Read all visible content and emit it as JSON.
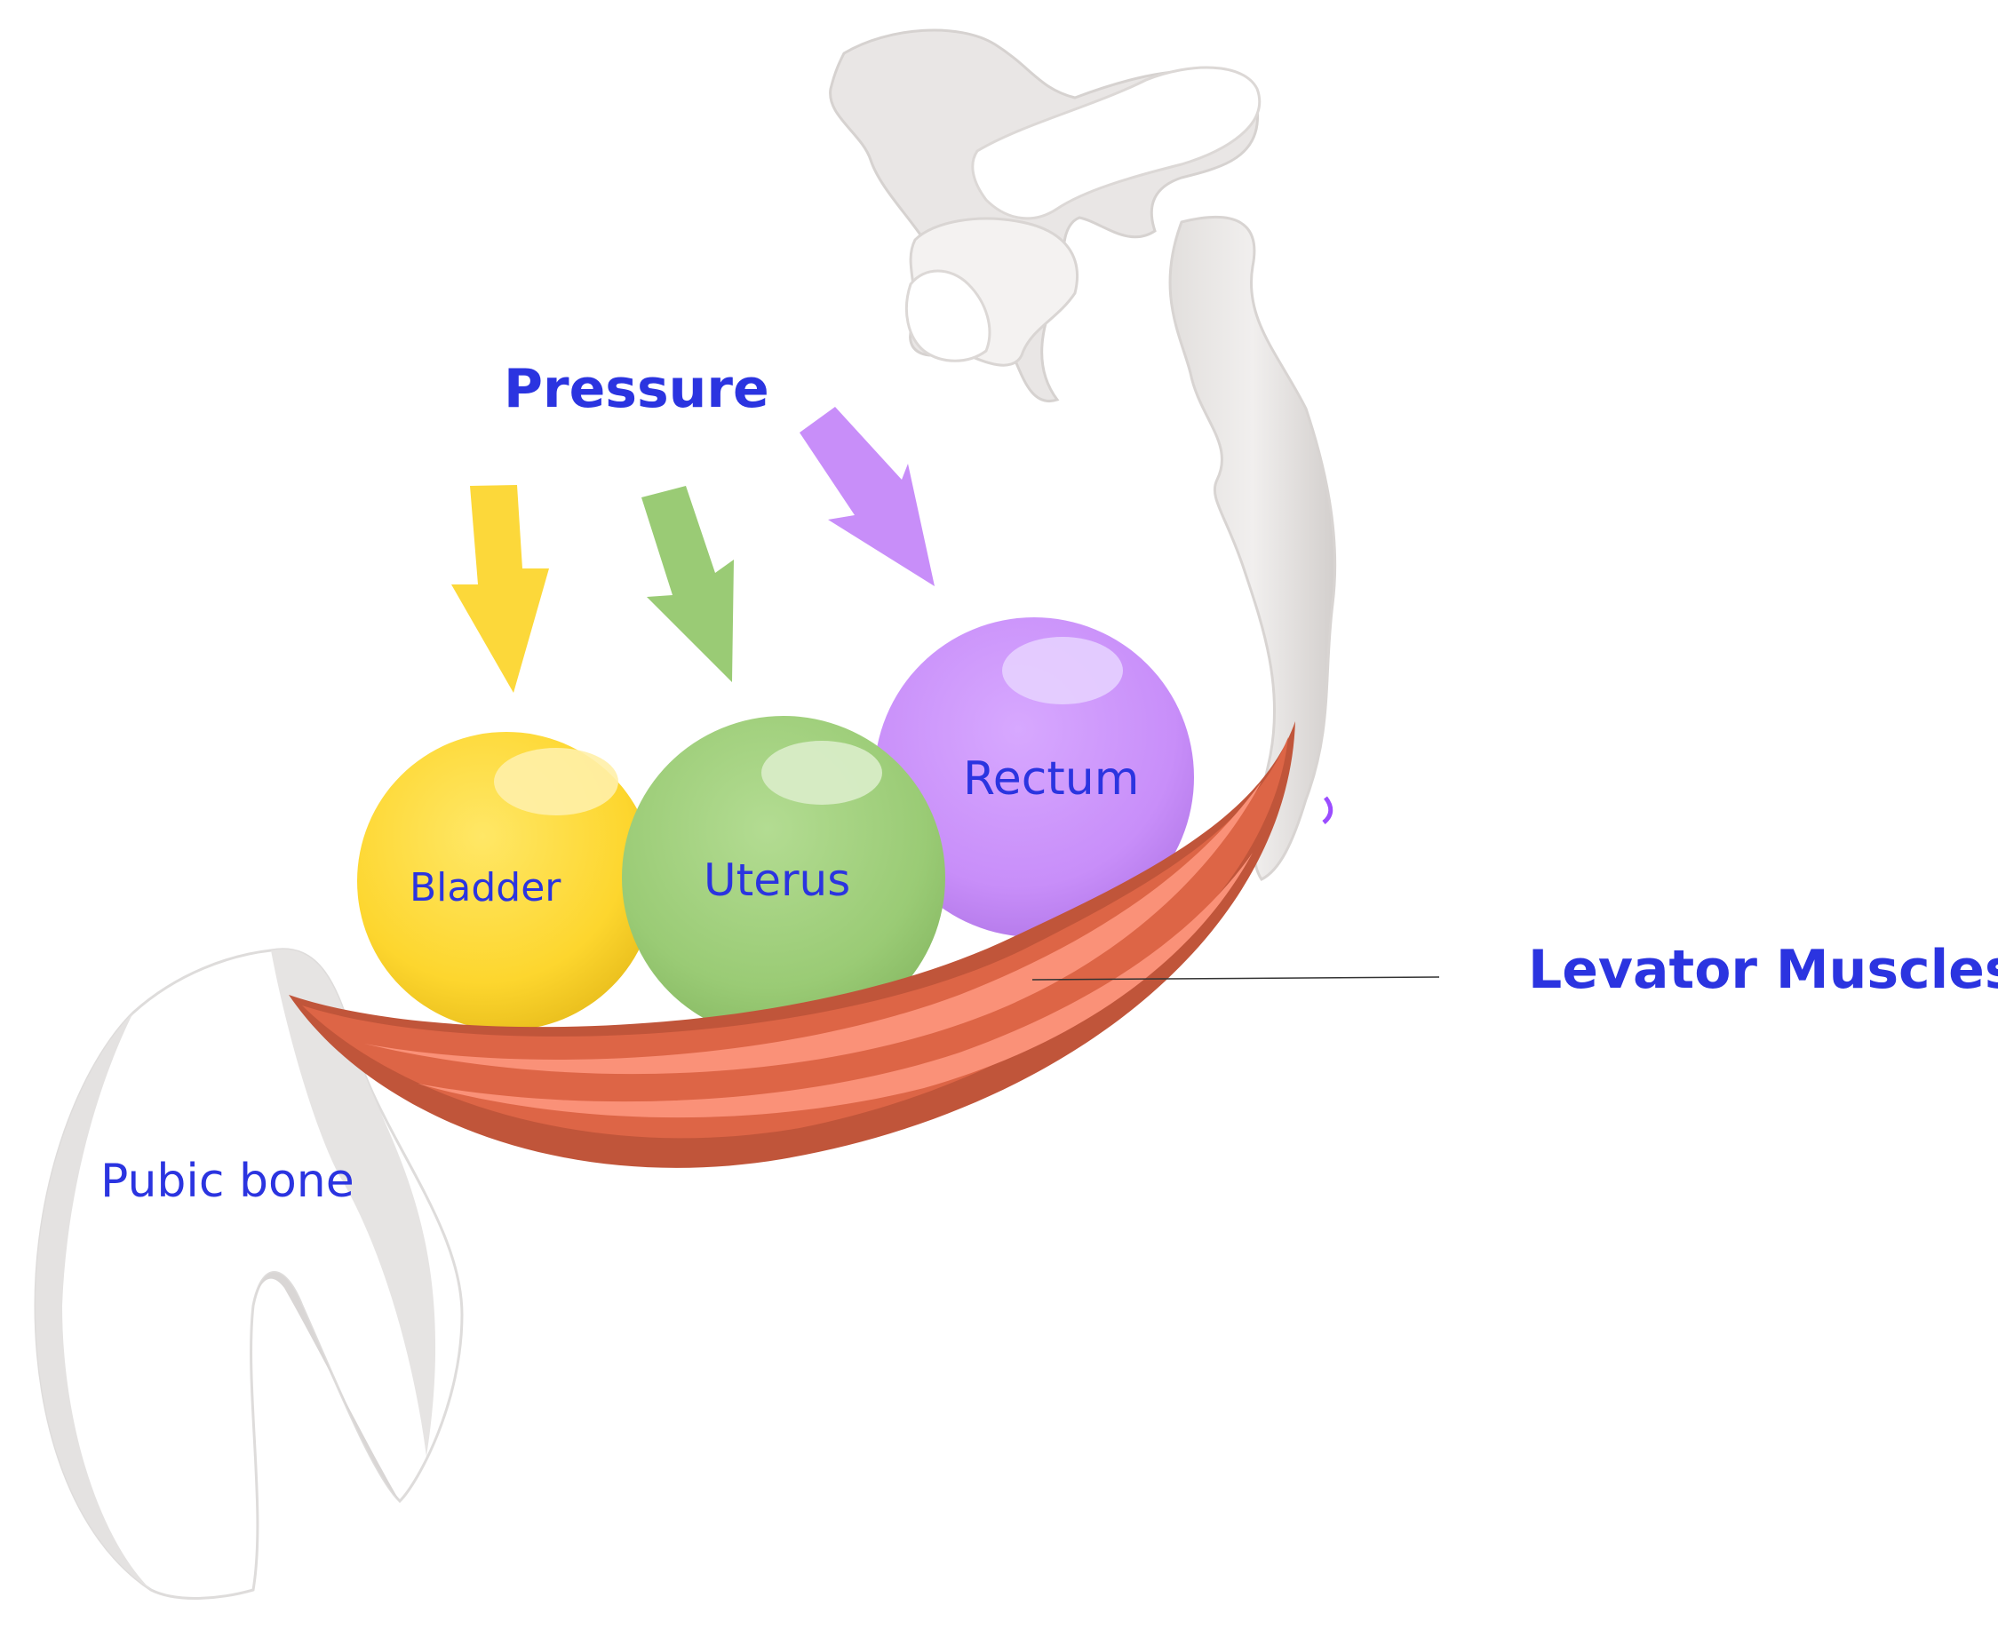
{
  "labels": {
    "pressure": "Pressure",
    "bladder": "Bladder",
    "uterus": "Uterus",
    "rectum": "Rectum",
    "levator_muscles": "Levator Muscles",
    "pubic_bone": "Pubic bone"
  },
  "colors": {
    "label_text": "#2b34e0",
    "bladder": "#fdd62e",
    "uterus": "#9acb75",
    "rectum": "#c88ef9",
    "muscle_dark": "#c0553a",
    "muscle_mid": "#dd6546",
    "muscle_stripe": "#fa9178",
    "bone_fill": "#ffffff",
    "bone_shade": "#dedcdb",
    "bone_shade_dark": "#cfcbc9"
  }
}
